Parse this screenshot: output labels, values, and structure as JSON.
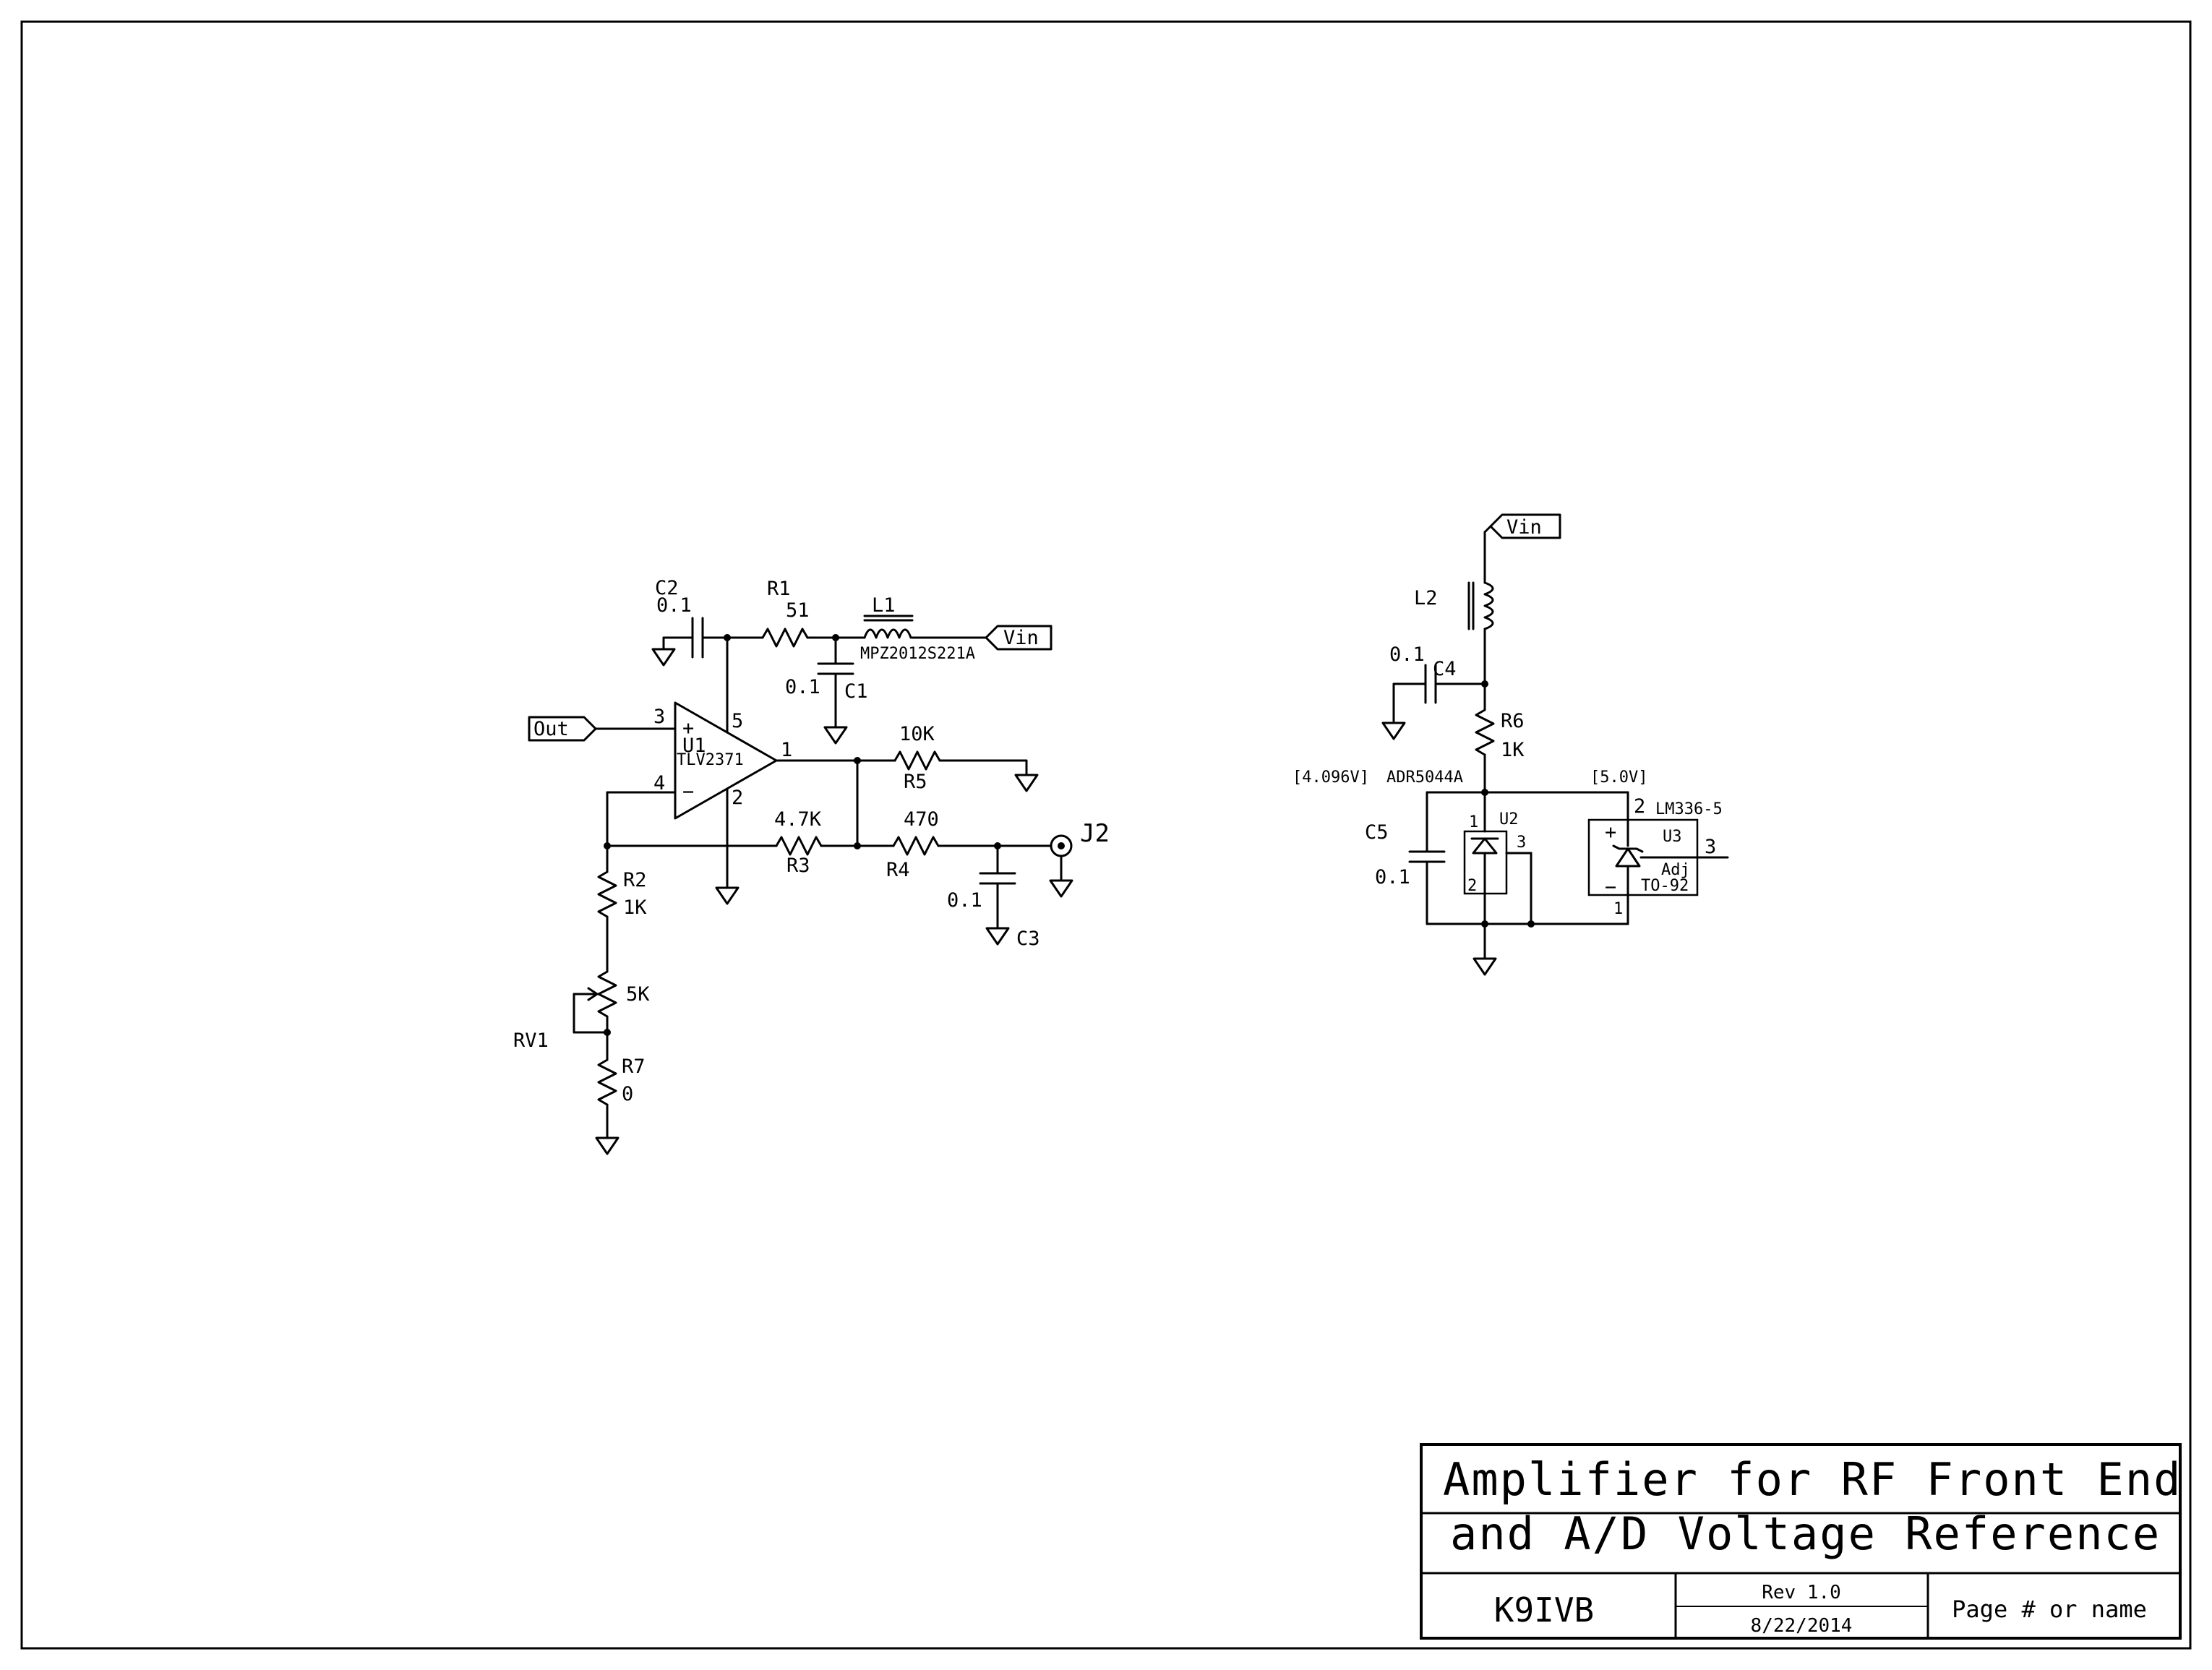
{
  "title_block": {
    "title_line1": "Amplifier for RF Front End",
    "title_line2": "and A/D Voltage Reference",
    "author": "K9IVB",
    "revision": "Rev 1.0",
    "date": "8/22/2014",
    "page": "Page # or name"
  },
  "amplifier": {
    "c2": {
      "ref": "C2",
      "value": "0.1"
    },
    "r1": {
      "ref": "R1",
      "value": "51"
    },
    "l1": {
      "ref": "L1",
      "part": "MPZ2012S221A"
    },
    "c1": {
      "ref": "C1",
      "value": "0.1"
    },
    "vin": "Vin",
    "out_port": "Out",
    "u1": {
      "ref": "U1",
      "part": "TLV2371",
      "pin_in_plus": "3",
      "pin_in_minus": "4",
      "pin_vcc": "5",
      "pin_gnd": "2",
      "pin_out": "1",
      "plus": "+",
      "minus": "−"
    },
    "r5": {
      "ref": "R5",
      "value": "10K"
    },
    "r3": {
      "ref": "R3",
      "value": "4.7K"
    },
    "r4": {
      "ref": "R4",
      "value": "470"
    },
    "c3": {
      "ref": "C3",
      "value": "0.1"
    },
    "j2": "J2",
    "r2": {
      "ref": "R2",
      "value": "1K"
    },
    "rv1": {
      "ref": "RV1",
      "value": "5K"
    },
    "r7": {
      "ref": "R7",
      "value": "0"
    }
  },
  "reference": {
    "vin": "Vin",
    "l2": {
      "ref": "L2"
    },
    "c4": {
      "ref": "C4",
      "value": "0.1"
    },
    "r6": {
      "ref": "R6",
      "value": "1K"
    },
    "c5": {
      "ref": "C5",
      "value": "0.1"
    },
    "u2": {
      "ref": "U2",
      "part": "ADR5044A",
      "voltage": "[4.096V]",
      "pin1": "1",
      "pin2": "2",
      "pin3": "3"
    },
    "u3": {
      "ref": "U3",
      "part": "LM336-5",
      "package": "TO-92",
      "voltage": "[5.0V]",
      "adj": "Adj",
      "pin1": "1",
      "pin2": "2",
      "pin3": "3",
      "plus": "+",
      "minus": "−"
    }
  }
}
